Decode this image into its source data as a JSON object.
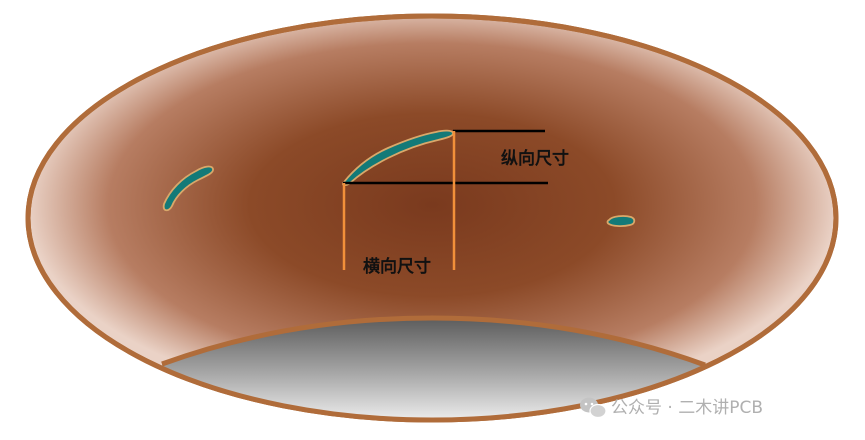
{
  "labels": {
    "vertical_dimension": "纵向尺寸",
    "horizontal_dimension": "横向尺寸"
  },
  "watermark": {
    "text": "公众号 · 二木讲PCB",
    "icon": "wechat-icon"
  },
  "colors": {
    "pad_light": "#e0c4b4",
    "pad_dark": "#8a4526",
    "pad_border": "#b06c3a",
    "hole_light": "#e0e0e0",
    "hole_dark": "#5e5e5e",
    "defect_fill": "#137a78",
    "defect_edge": "#d9a86a",
    "dimension_line": "#000000",
    "extension_line": "#f2903a"
  }
}
